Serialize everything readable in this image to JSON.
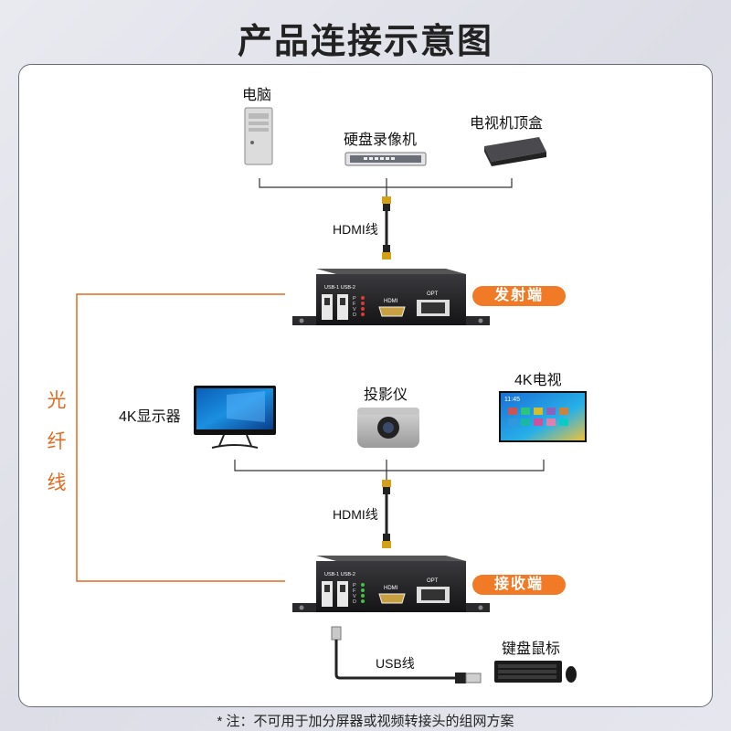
{
  "title": "产品连接示意图",
  "devices": {
    "pc": "电脑",
    "nvr": "硬盘录像机",
    "stb": "电视机顶盒",
    "monitor": "4K显示器",
    "projector": "投影仪",
    "tv": "4K电视",
    "keyboard_mouse": "键盘鼠标"
  },
  "cables": {
    "hdmi_top": "HDMI线",
    "hdmi_bottom": "HDMI线",
    "usb": "USB线"
  },
  "fiber": [
    "光",
    "纤",
    "线"
  ],
  "transmitter": {
    "tag": "发射端",
    "usb_ports": "USB-1 USB-2",
    "leds": "PFVD",
    "hdmi_port": "HDMI",
    "opt_port": "OPT",
    "led_color": "#e03a2f"
  },
  "receiver": {
    "tag": "接收端",
    "usb_ports": "USB-1 USB-2",
    "leds": "PFVD",
    "hdmi_port": "HDMI",
    "opt_port": "OPT",
    "led_color": "#3ec43e"
  },
  "tv_clock": "11:45",
  "footnote": "* 注：不可用于加分屏器或视频转接头的组网方案",
  "colors": {
    "accent": "#f07a26",
    "fiber": "#e46a1d"
  }
}
